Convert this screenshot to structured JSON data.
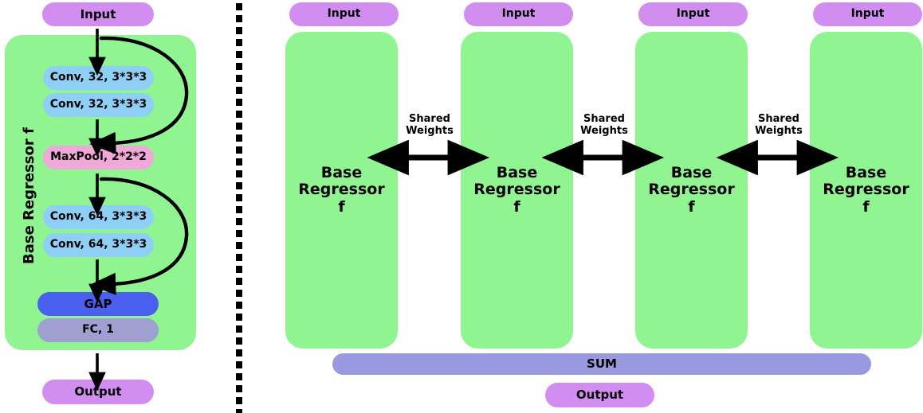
{
  "diagram": {
    "title_left": "Base Regressor f",
    "left_panel": {
      "input_label": "Input",
      "output_label": "Output",
      "container_label": "Base Regressor f",
      "layers": [
        {
          "id": "conv1",
          "label": "Conv, 32, 3*3*3",
          "color": "#8ed0f5"
        },
        {
          "id": "conv2",
          "label": "Conv, 32, 3*3*3",
          "color": "#8ed0f5"
        },
        {
          "id": "maxpool",
          "label": "MaxPool, 2*2*2",
          "color": "#f0a8d8"
        },
        {
          "id": "conv3",
          "label": "Conv, 64, 3*3*3",
          "color": "#8ed0f5"
        },
        {
          "id": "conv4",
          "label": "Conv, 64, 3*3*3",
          "color": "#8ed0f5"
        },
        {
          "id": "gap",
          "label": "GAP",
          "color": "#4a5ef0"
        },
        {
          "id": "fc",
          "label": "FC, 1",
          "color": "#9f9fd0"
        }
      ],
      "skip_connections": [
        {
          "from": "input-arrow",
          "to": "maxpool-arrow"
        },
        {
          "from": "maxpool-arrow",
          "to": "gap-arrow"
        }
      ]
    },
    "right_panel": {
      "branches": [
        {
          "input_label": "Input",
          "body_label": "Base\nRegressor\nf"
        },
        {
          "input_label": "Input",
          "body_label": "Base\nRegressor\nf"
        },
        {
          "input_label": "Input",
          "body_label": "Base\nRegressor\nf"
        },
        {
          "input_label": "Input",
          "body_label": "Base\nRegressor\nf"
        }
      ],
      "connectors": [
        {
          "label": "Shared\nWeights"
        },
        {
          "label": "Shared\nWeights"
        },
        {
          "label": "Shared\nWeights"
        }
      ],
      "sum_label": "SUM",
      "output_label": "Output"
    },
    "colors": {
      "input": "#d18ef0",
      "output": "#d18ef0",
      "regressor_container": "#90f590",
      "conv": "#8ed0f5",
      "maxpool": "#f0a8d8",
      "gap": "#4a5ef0",
      "fc": "#9f9fd0",
      "sum": "#9999e0",
      "arrow": "#000000",
      "background": "#ffffff"
    }
  }
}
